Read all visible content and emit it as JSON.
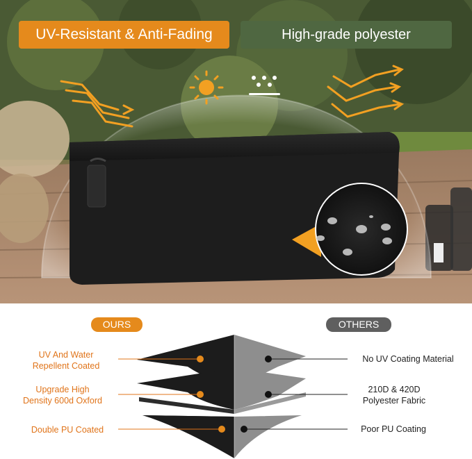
{
  "banners": {
    "uv": "UV-Resistant & Anti-Fading",
    "poly": "High-grade polyester"
  },
  "comparison": {
    "ours_tag": "OURS",
    "others_tag": "OTHERS",
    "ours": [
      {
        "line1": "UV And Water",
        "line2": "Repellent Coated"
      },
      {
        "line1": "Upgrade High",
        "line2": "Density 600d Oxford"
      },
      {
        "line1": "Double PU Coated",
        "line2": ""
      }
    ],
    "others": [
      {
        "line1": "No UV Coating Material",
        "line2": ""
      },
      {
        "line1": "210D & 420D",
        "line2": "Polyester Fabric"
      },
      {
        "line1": "Poor PU Coating",
        "line2": ""
      }
    ]
  },
  "icons": {
    "sun": "sun-icon",
    "rain": "rain-icon",
    "arrows": "ray-arrows-icon",
    "drops": "water-drops-icon"
  },
  "colors": {
    "accent_orange": "#e58a1c",
    "poly_green": "#4f6741",
    "others_gray": "#5f5f5f",
    "cover_black": "#1c1c1c"
  }
}
